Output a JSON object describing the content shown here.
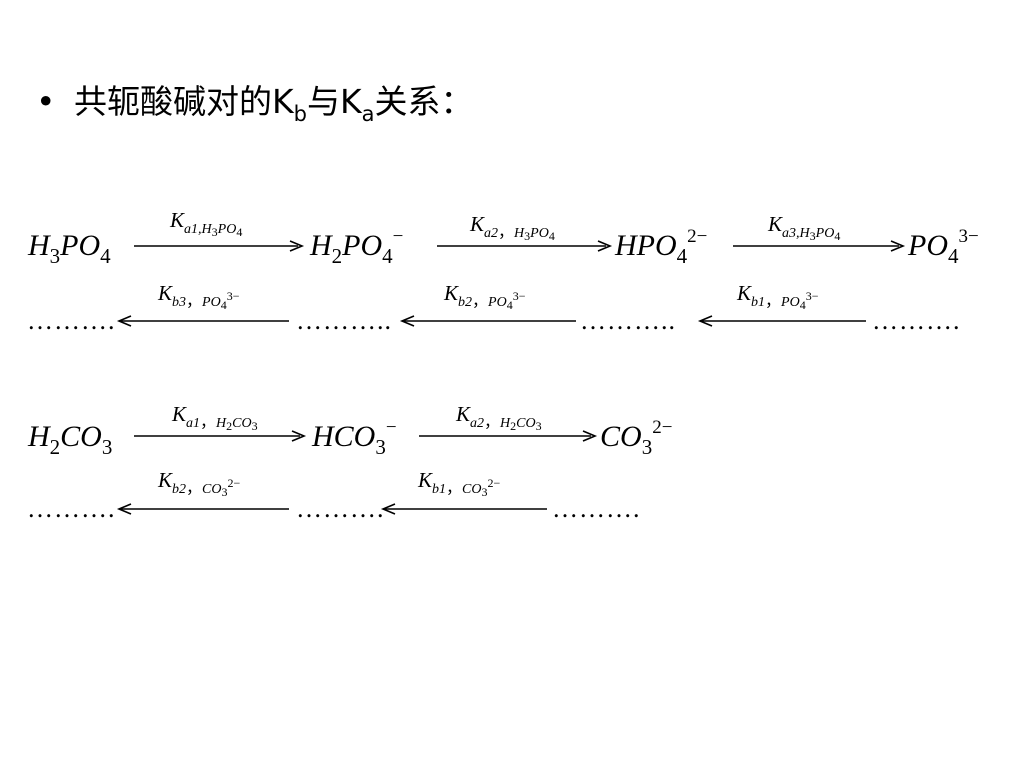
{
  "slide": {
    "bullet": "•",
    "heading_pre": "共轭酸碱对的K",
    "heading_b": "b",
    "heading_mid": "与K",
    "heading_a": "a",
    "heading_post": "关系："
  },
  "phosphate": {
    "species": [
      {
        "base": "H",
        "n1": "3",
        "mid": "PO",
        "n2": "4",
        "charge": ""
      },
      {
        "base": "H",
        "n1": "2",
        "mid": "PO",
        "n2": "4",
        "charge": "−"
      },
      {
        "base": "HPO",
        "n1": "",
        "mid": "",
        "n2": "4",
        "charge": "2−"
      },
      {
        "base": "PO",
        "n1": "",
        "mid": "",
        "n2": "4",
        "charge": "3−"
      }
    ],
    "ka_labels": [
      {
        "k": "K",
        "sub": "a1,",
        "s1": "H",
        "s1n": "3",
        "s2": "PO",
        "s2n": "4"
      },
      {
        "k": "K",
        "sub": "a2",
        "comma": "，",
        "s1": "H",
        "s1n": "3",
        "s2": "PO",
        "s2n": "4"
      },
      {
        "k": "K",
        "sub": "a3,",
        "s1": "H",
        "s1n": "3",
        "s2": "PO",
        "s2n": "4"
      }
    ],
    "kb_labels": [
      {
        "k": "K",
        "sub": "b3",
        "comma": "，",
        "s": "PO",
        "sn": "4",
        "ch": "3−"
      },
      {
        "k": "K",
        "sub": "b2",
        "comma": "，",
        "s": "PO",
        "sn": "4",
        "ch": "3−"
      },
      {
        "k": "K",
        "sub": "b1",
        "comma": "，",
        "s": "PO",
        "sn": "4",
        "ch": "3−"
      }
    ],
    "dots": [
      "……….",
      "………..",
      "………..",
      "………."
    ]
  },
  "carbonate": {
    "species": [
      {
        "base": "H",
        "n1": "2",
        "mid": "CO",
        "n2": "3",
        "charge": ""
      },
      {
        "base": "HCO",
        "n1": "",
        "mid": "",
        "n2": "3",
        "charge": "−"
      },
      {
        "base": "CO",
        "n1": "",
        "mid": "",
        "n2": "3",
        "charge": "2−"
      }
    ],
    "ka_labels": [
      {
        "k": "K",
        "sub": "a1",
        "comma": "，",
        "s1": "H",
        "s1n": "2",
        "s2": "CO",
        "s2n": "3"
      },
      {
        "k": "K",
        "sub": "a2",
        "comma": "，",
        "s1": "H",
        "s1n": "2",
        "s2": "CO",
        "s2n": "3"
      }
    ],
    "kb_labels": [
      {
        "k": "K",
        "sub": "b2",
        "comma": "，",
        "s": "CO",
        "sn": "3",
        "ch": "2−"
      },
      {
        "k": "K",
        "sub": "b1",
        "comma": "，",
        "s": "CO",
        "sn": "3",
        "ch": "2−"
      }
    ],
    "dots": [
      "……….",
      "……….",
      "………."
    ]
  }
}
